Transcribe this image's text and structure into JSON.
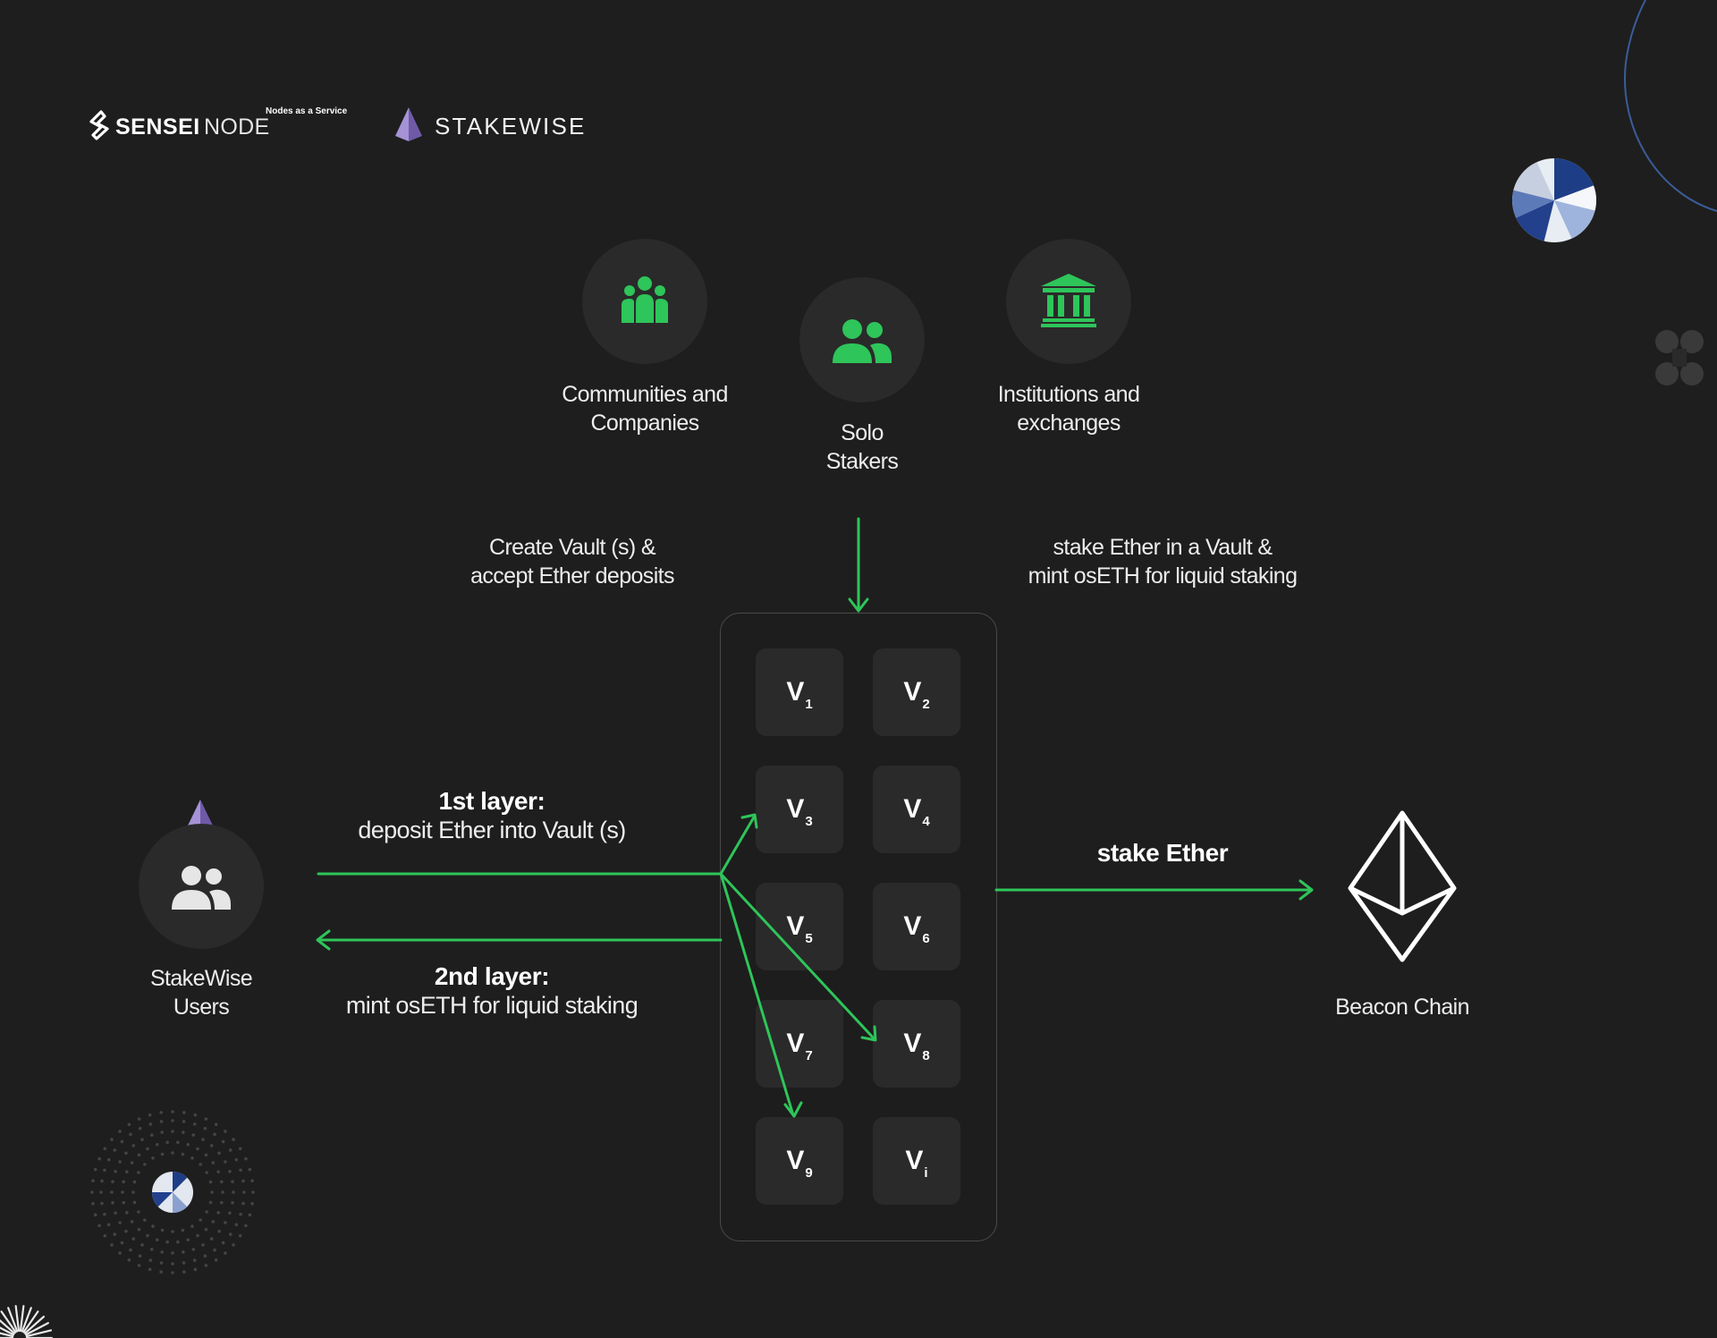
{
  "header": {
    "sensei_brand_bold": "SENSEI",
    "sensei_brand_light": "NODE",
    "sensei_tagline": "Nodes as a Service",
    "stakewise_brand": "STAKEWISE"
  },
  "operators": [
    {
      "line1": "Communities and",
      "line2": "Companies",
      "icon": "community-icon"
    },
    {
      "line1": "Solo",
      "line2": "Stakers",
      "icon": "users-icon"
    },
    {
      "line1": "Institutions and",
      "line2": "exchanges",
      "icon": "bank-icon"
    }
  ],
  "flow_labels": {
    "create_vault_line1": "Create Vault (s) &",
    "create_vault_line2": "accept Ether deposits",
    "stake_vault_line1": "stake Ether in a Vault &",
    "stake_vault_line2": "mint osETH for liquid staking",
    "layer1_title": "1st layer:",
    "layer1_desc": "deposit Ether into Vault (s)",
    "layer2_title": "2nd layer:",
    "layer2_desc": "mint osETH for liquid staking",
    "stake_ether": "stake Ether"
  },
  "users": {
    "line1": "StakeWise",
    "line2": "Users"
  },
  "beacon": {
    "label": "Beacon Chain"
  },
  "vaults": [
    {
      "letter": "V",
      "sub": "1"
    },
    {
      "letter": "V",
      "sub": "2"
    },
    {
      "letter": "V",
      "sub": "3"
    },
    {
      "letter": "V",
      "sub": "4"
    },
    {
      "letter": "V",
      "sub": "5"
    },
    {
      "letter": "V",
      "sub": "6"
    },
    {
      "letter": "V",
      "sub": "7"
    },
    {
      "letter": "V",
      "sub": "8"
    },
    {
      "letter": "V",
      "sub": "9"
    },
    {
      "letter": "V",
      "sub": "i"
    }
  ],
  "colors": {
    "accent": "#2ec55a",
    "background": "#1e1e1e",
    "tile": "#2a2a2a",
    "stakewise_purple": "#8f7bc4"
  }
}
